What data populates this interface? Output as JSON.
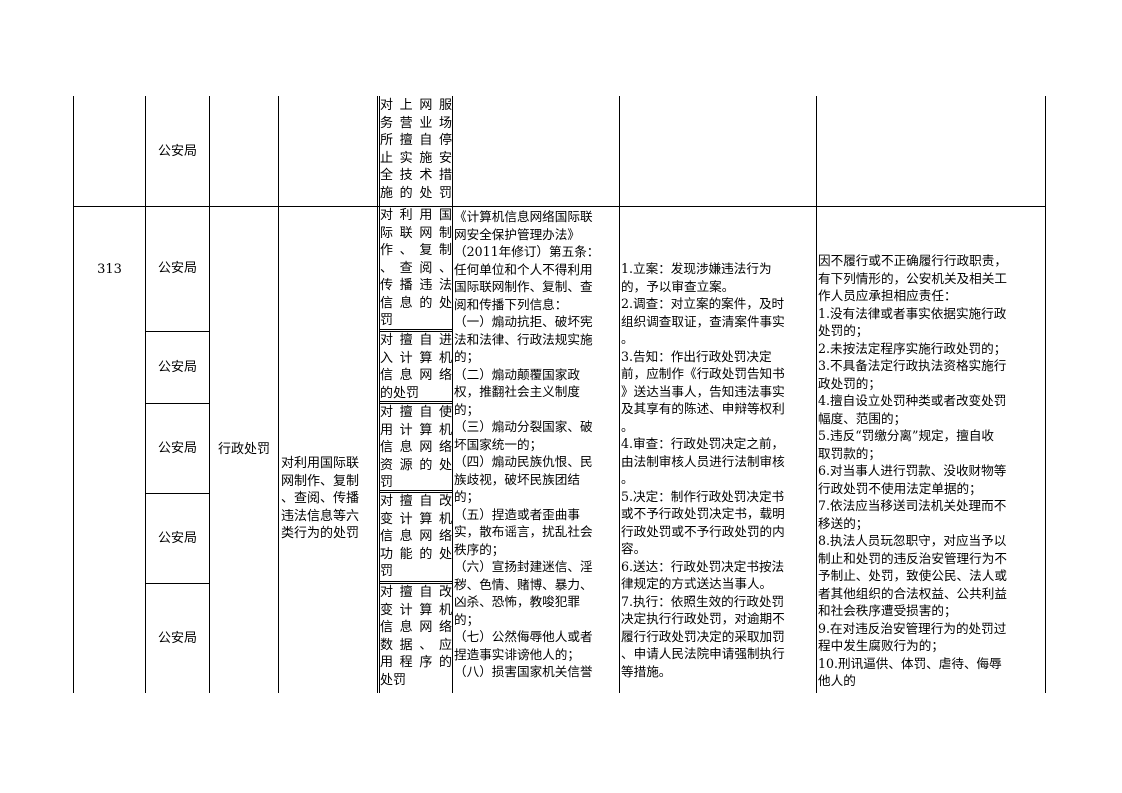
{
  "rows": [
    {
      "no": "",
      "dept": "公安局",
      "sub_lines": [
        "对上网服",
        "务营业场",
        "所擅自停",
        "止实施安",
        "全技术措",
        "施的处罚"
      ]
    },
    {
      "no": "313",
      "category": "行政处罚",
      "main_item_lines": [
        "对利用国际联",
        "网制作、复制",
        "、查阅、传播",
        "违法信息等六",
        "类行为的处罚"
      ],
      "sub_items": [
        {
          "dept": "公安局",
          "lines": [
            "对利用国",
            "际联网制",
            "作、复制",
            "、查阅、",
            "传播违法",
            "信息的处",
            "罚"
          ]
        },
        {
          "dept": "公安局",
          "lines": [
            "对擅自进",
            "入计算机",
            "信息网络",
            "的处罚"
          ]
        },
        {
          "dept": "公安局",
          "lines": [
            "对擅自使",
            "用计算机",
            "信息网络",
            "资源的处",
            "罚"
          ]
        },
        {
          "dept": "公安局",
          "lines": [
            "对擅自改",
            "变计算机",
            "信息网络",
            "功能的处",
            "罚"
          ]
        },
        {
          "dept": "公安局",
          "lines": [
            "对擅自改",
            "变计算机",
            "信息网络",
            "数据、应",
            "用程序的",
            "处罚"
          ]
        }
      ],
      "basis_lines": [
        "《计算机信息网络国际联",
        "网安全保护管理办法》",
        "（2011年修订）第五条：",
        "任何单位和个人不得利用",
        "国际联网制作、复制、查",
        "阅和传播下列信息：",
        "（一）煽动抗拒、破坏宪",
        "法和法律、行政法规实施",
        "的；",
        "（二）煽动颠覆国家政",
        "权，推翻社会主义制度",
        "的；",
        "（三）煽动分裂国家、破",
        "坏国家统一的；",
        "（四）煽动民族仇恨、民",
        "族歧视，破坏民族团结",
        "的；",
        "（五）捏造或者歪曲事",
        "实，散布谣言，扰乱社会",
        "秩序的；",
        "（六）宣扬封建迷信、淫",
        "秽、色情、赌博、暴力、",
        "凶杀、恐怖，教唆犯罪",
        "的；",
        "（七）公然侮辱他人或者",
        "捏造事实诽谤他人的；",
        "（八）损害国家机关信誉"
      ],
      "process_lines": [
        "1.立案：发现涉嫌违法行为",
        "的，予以审查立案。",
        "2.调查：对立案的案件，及时",
        "组织调查取证，查清案件事实",
        "。",
        "3.告知：作出行政处罚决定",
        "前，应制作《行政处罚告知书",
        "》送达当事人，告知违法事实",
        "及其享有的陈述、申辩等权利",
        "。",
        "4.审查：行政处罚决定之前，",
        "由法制审核人员进行法制审核",
        "。",
        "5.决定：制作行政处罚决定书",
        "或不予行政处罚决定书，载明",
        "行政处罚或不予行政处罚的内",
        "容。",
        "6.送达：行政处罚决定书按法",
        "律规定的方式送达当事人。",
        "7.执行：依照生效的行政处罚",
        "决定执行行政处罚，对逾期不",
        "履行行政处罚决定的采取加罚",
        "、申请人民法院申请强制执行",
        "等措施。"
      ],
      "liability_lines": [
        "因不履行或不正确履行行政职责，",
        "有下列情形的，公安机关及相关工",
        "作人员应承担相应责任：",
        "1.没有法律或者事实依据实施行政",
        "处罚的；",
        "2.未按法定程序实施行政处罚的；",
        "3.不具备法定行政执法资格实施行",
        "政处罚的；",
        "4.擅自设立处罚种类或者改变处罚",
        "幅度、范围的；",
        "5.违反“罚缴分离”规定，擅自收",
        "取罚款的；",
        "6.对当事人进行罚款、没收财物等",
        "行政处罚不使用法定单据的；",
        "7.依法应当移送司法机关处理而不",
        "移送的；",
        "8.执法人员玩忽职守，对应当予以",
        "制止和处罚的违反治安管理行为不",
        "予制止、处罚，致使公民、法人或",
        "者其他组织的合法权益、公共利益",
        "和社会秩序遭受损害的；",
        "9.在对违反治安管理行为的处罚过",
        "程中发生腐败行为的；",
        "10.刑讯逼供、体罚、虐待、侮辱",
        "他人的"
      ]
    }
  ]
}
